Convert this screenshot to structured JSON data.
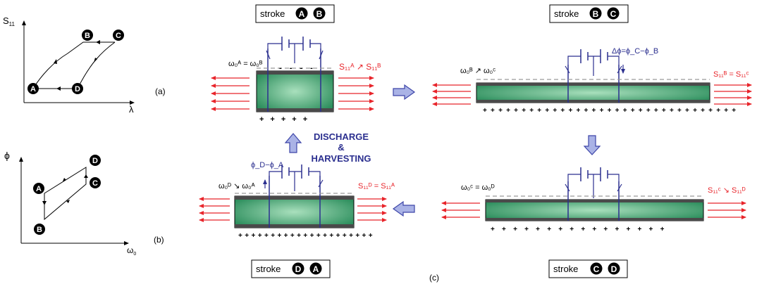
{
  "colors": {
    "black": "#000000",
    "red": "#e8242a",
    "blue": "#2b2f8f",
    "dashed": "#9a9a9a",
    "arrow_fill": "#aab3e6",
    "arrow_stroke": "#3d45a8",
    "box_edge": "#4a4a4a",
    "green_dark": "#2e8f5e",
    "green_light": "#a9e0bd"
  },
  "panel_a": {
    "y_axis": "S",
    "y_axis_sub": "11",
    "x_axis": "λ",
    "label": "(a)",
    "points": [
      "A",
      "B",
      "C",
      "D"
    ]
  },
  "panel_b": {
    "y_axis": "ϕ",
    "x_axis": "ω",
    "x_axis_sub": "0",
    "label": "(b)",
    "points": [
      "A",
      "B",
      "C",
      "D"
    ]
  },
  "panel_c": {
    "label": "(c)",
    "discharge": [
      "DISCHARGE",
      "&",
      "HARVESTING"
    ],
    "stroke_word": "stroke",
    "strokes": {
      "ab": [
        "A",
        "B"
      ],
      "bc": [
        "B",
        "C"
      ],
      "cd": [
        "C",
        "D"
      ],
      "da": [
        "D",
        "A"
      ]
    },
    "eq": {
      "ab_omega": "ω₀ᴬ = ω₀ᴮ",
      "ab_s": "S₁₁ᴬ ↗ S₁₁ᴮ",
      "bc_omega": "ω₀ᴮ ↗ ω₀ᶜ",
      "bc_phi": "Δϕ=ϕ_C−ϕ_B",
      "bc_s": "S₁₁ᴮ = S₁₁ᶜ",
      "cd_omega": "ω₀ᶜ = ω₀ᴰ",
      "cd_s": "S₁₁ᶜ ↘ S₁₁ᴰ",
      "da_omega": "ω₀ᴰ ↘ ω₀ᴬ",
      "da_phi": "ϕ_D−ϕ_A",
      "da_s": "S₁₁ᴰ = S₁₁ᴬ"
    },
    "charge_minus": "-",
    "charge_plus": "+"
  }
}
